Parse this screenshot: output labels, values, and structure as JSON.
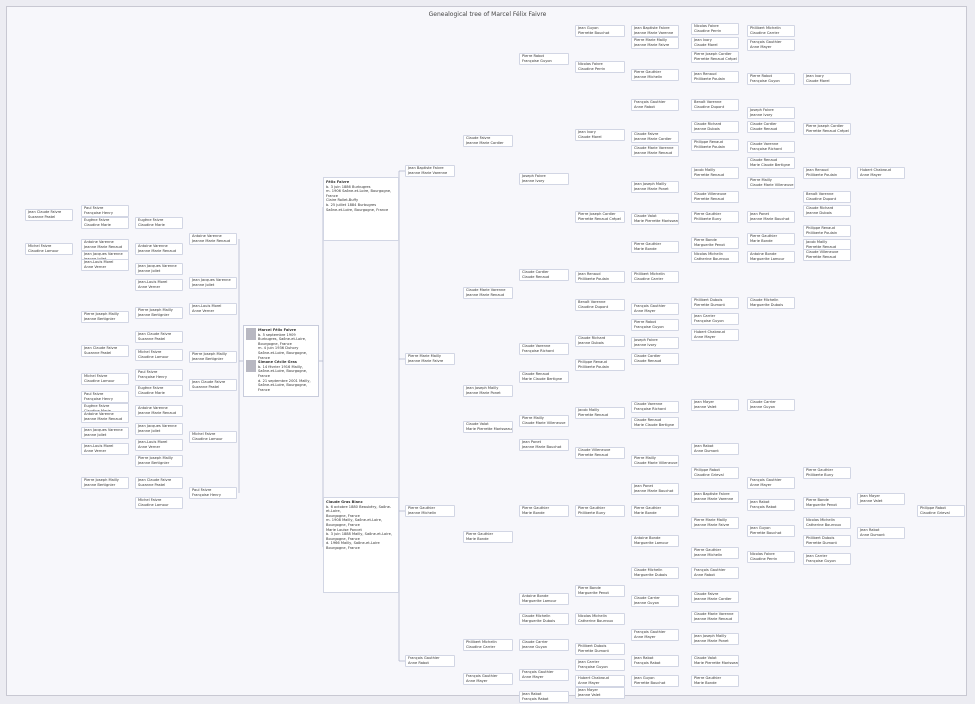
{
  "title": "Genealogical tree of Marcel Félix Faivre",
  "root": {
    "name": "Marcel Félix Faivre",
    "lines": [
      "b. 5 septembre 1909 Burbugres, Saône-et-Loire,",
      "Bourgogne, France",
      "m. 4 juin 1936 Duhory",
      "Saône-et-Loire, Bourgogne, France"
    ],
    "spouse": "Simone Cécile Gras",
    "spouse_lines": [
      "b. 14 février 1916 Mailly,",
      "Saône-et-Loire, Bourgogne, France",
      "d. 21 septembre 2001 Mailly,",
      "Saône-et-Loire, Bourgogne, France"
    ]
  },
  "parent_cards": [
    {
      "name": "Félix Faivre",
      "lines": [
        "b. 3 juin 1886 Burbugres",
        "m. 1906 Saône-et-Loire, Bourgogne, France",
        "Claire Rollet-Buffy",
        "b. 25 juillet 1884 Burbugres",
        "Saône-et-Loire, Bourgogne, France"
      ]
    },
    {
      "name": "Claude Gras Blanc",
      "lines": [
        "b. 6 octobre 1880 Beaubéry, Saône-et-Loire,",
        "Bourgogne, France",
        "m. 1908 Mailly, Saône-et-Loire,",
        "Bourgogne, France",
        "Marie Louise Poncet",
        "b. 3 juin 1888 Mailly, Saône-et-Loire,",
        "Bourgogne, France",
        "d. 1966 Mailly, Saône-et-Loire",
        "Bourgogne, France"
      ]
    }
  ],
  "nodes": [
    {
      "name": "Jean Baptiste Faivre",
      "spouse": "Jeanne Marie Varenne"
    },
    {
      "name": "Pierre Marie Mailly",
      "spouse": "Jeanne Marie Faivre"
    },
    {
      "name": "Pierre Gauthier",
      "spouse": "Jeanne Michelin"
    },
    {
      "name": "François Gauthier",
      "spouse": "Anne Rabot"
    },
    {
      "name": "Claude Faivre",
      "spouse": "Jeanne Marie Cordier"
    },
    {
      "name": "Claude Marie Varenne",
      "spouse": "Jeanne Marie Renaud"
    },
    {
      "name": "Jean Joseph Mailly",
      "spouse": "Jeanne Marie Ponet"
    },
    {
      "name": "Claude Valot",
      "spouse": "Marie Pierrette Morisseau"
    },
    {
      "name": "Pierre Gauthier",
      "spouse": "Marie Bonde"
    },
    {
      "name": "Philibert Michelin",
      "spouse": "Claudine Carrier"
    },
    {
      "name": "François Gauthier",
      "spouse": "Anne Mayer"
    },
    {
      "name": "Pierre Rabot",
      "spouse": "Françoise Guyon"
    },
    {
      "name": "Joseph Faivre",
      "spouse": "Jeanne Ivory"
    },
    {
      "name": "Claude Cordier",
      "spouse": "Claude Renaud"
    },
    {
      "name": "Claude Varenne",
      "spouse": "Françoise Richard"
    },
    {
      "name": "Claude Renaud",
      "spouse": "Marie Claude Bertigne"
    },
    {
      "name": "Pierre Mailly",
      "spouse": "Claude Marie Villeneuve"
    },
    {
      "name": "Jean Ponet",
      "spouse": "Jeanne Marie Bouchot"
    },
    {
      "name": "Pierre Gauthier",
      "spouse": "Marie Bonde"
    },
    {
      "name": "Antoine Bonde",
      "spouse": "Marguerite Lamour"
    },
    {
      "name": "Claude Michelin",
      "spouse": "Marguerite Dubois"
    },
    {
      "name": "Claude Carrier",
      "spouse": "Jeanne Guyon"
    },
    {
      "name": "François Gauthier",
      "spouse": "Anne Mayer"
    },
    {
      "name": "Jean Rabot",
      "spouse": "François Rabot"
    },
    {
      "name": "Jean Guyon",
      "spouse": "Pierrette Bouchot"
    },
    {
      "name": "Nicolas Faivre",
      "spouse": "Claudine Perrin"
    },
    {
      "name": "Jean Ivory",
      "spouse": "Claude Morel"
    },
    {
      "name": "Pierre Joseph Cordier",
      "spouse": "Pierrette Renaud Crépel"
    },
    {
      "name": "Jean Renaud",
      "spouse": "Philiberte Poulain"
    },
    {
      "name": "Benoît Varenne",
      "spouse": "Claudine Dupont"
    },
    {
      "name": "Claude Richard",
      "spouse": "Jeanne Dubois"
    },
    {
      "name": "Philippe Renaud",
      "spouse": "Philiberte Poulain"
    },
    {
      "name": "Jacob Mailly",
      "spouse": "Pierrette Renaud"
    },
    {
      "name": "Claude Villeneuve",
      "spouse": "Pierrette Renaud"
    },
    {
      "name": "Pierre Gauthier",
      "spouse": "Philiberte Buny"
    },
    {
      "name": "Pierre Bonde",
      "spouse": "Marguerite Penot"
    },
    {
      "name": "Nicolas Michelin",
      "spouse": "Catherine Bourroux"
    },
    {
      "name": "Philibert Dubois",
      "spouse": "Pierrette Dumont"
    },
    {
      "name": "Jean Carrier",
      "spouse": "Françoise Guyon"
    },
    {
      "name": "Hubert Chabroud",
      "spouse": "Anne Mayer"
    },
    {
      "name": "Jean Mayer",
      "spouse": "Jeanne Valet"
    },
    {
      "name": "Jean Rabot",
      "spouse": "Anne Dumont"
    },
    {
      "name": "Philippe Rabot",
      "spouse": "Claudine Grieval"
    }
  ],
  "left_nodes": [
    {
      "name": "Antoine Varenne",
      "spouse": "Jeanne Marie Renaud"
    },
    {
      "name": "Jean Jacques Varenne",
      "spouse": "Jeanne Joliet"
    },
    {
      "name": "Jean-Louis Morel",
      "spouse": "Anne Verner"
    },
    {
      "name": "Pierre Joseph Mailly",
      "spouse": "Jeanne Bertignier"
    },
    {
      "name": "Jean Claude Faivre",
      "spouse": "Suzanne Pastel"
    },
    {
      "name": "Michel Faivre",
      "spouse": "Claudine Lamour"
    },
    {
      "name": "Paul Faivre",
      "spouse": "Françoise Henry"
    },
    {
      "name": "Eugène Faivre",
      "spouse": "Claudine Marie"
    }
  ]
}
